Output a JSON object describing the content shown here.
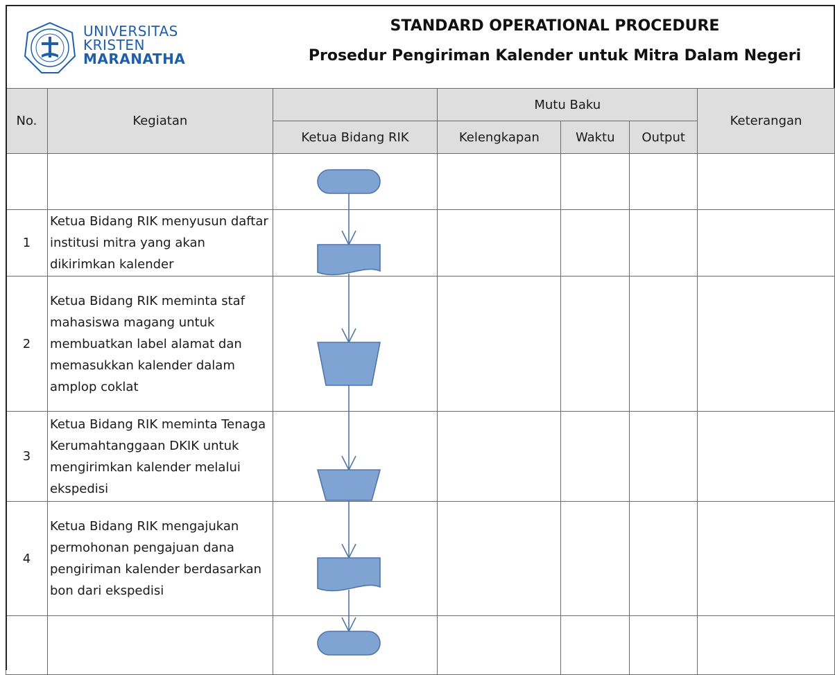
{
  "header": {
    "university": {
      "line1": "UNIVERSITAS",
      "line2": "KRISTEN",
      "line3": "MARANATHA"
    },
    "title": "STANDARD OPERATIONAL PROCEDURE",
    "subtitle": "Prosedur Pengiriman Kalender untuk Mitra Dalam Negeri"
  },
  "table": {
    "col_no": "No.",
    "col_kegiatan": "Kegiatan",
    "col_pelaksana": "Ketua Bidang RIK",
    "col_mutu_baku": "Mutu Baku",
    "col_kelengkapan": "Kelengkapan",
    "col_waktu": "Waktu",
    "col_output": "Output",
    "col_keterangan": "Keterangan",
    "rows": [
      {
        "no": "",
        "kegiatan": ""
      },
      {
        "no": "1",
        "kegiatan": "Ketua Bidang RIK menyusun daftar institusi mitra yang akan dikirimkan kalender"
      },
      {
        "no": "2",
        "kegiatan": "Ketua Bidang RIK meminta staf mahasiswa magang untuk membuatkan label alamat dan memasukkan kalender dalam amplop coklat"
      },
      {
        "no": "3",
        "kegiatan": "Ketua Bidang RIK meminta Tenaga Kerumahtanggaan DKIK untuk mengirimkan kalender melalui ekspedisi"
      },
      {
        "no": "4",
        "kegiatan": "Ketua Bidang RIK mengajukan permohonan pengajuan dana pengiriman kalender berdasarkan bon dari ekspedisi"
      },
      {
        "no": "",
        "kegiatan": ""
      }
    ]
  },
  "flowchart": {
    "shapes": [
      "terminator",
      "document",
      "manual-operation",
      "manual-operation",
      "document",
      "terminator"
    ],
    "fill_color": "#7fa4d4",
    "stroke_color": "#4f74a8"
  }
}
